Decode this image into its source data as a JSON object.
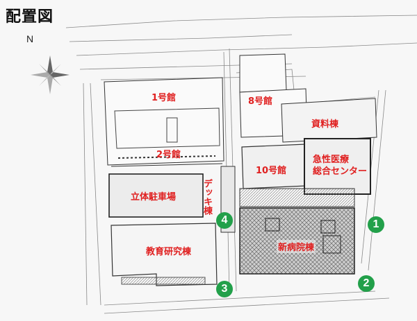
{
  "title": "配置図",
  "north_label": "N",
  "buildings": {
    "b1": "1号館",
    "b2": "2号館",
    "b8": "8号館",
    "b10": "10号館",
    "archive": "資料棟",
    "emergency": "急性医療\n総合センター",
    "parking": "立体駐車場",
    "deck": "デッキ棟",
    "research": "教育研究棟",
    "new_hospital": "新病院棟"
  },
  "markers": [
    "1",
    "2",
    "3",
    "4"
  ],
  "colors": {
    "label": "#e02020",
    "marker": "#22a04a",
    "hatch": "#555555"
  }
}
